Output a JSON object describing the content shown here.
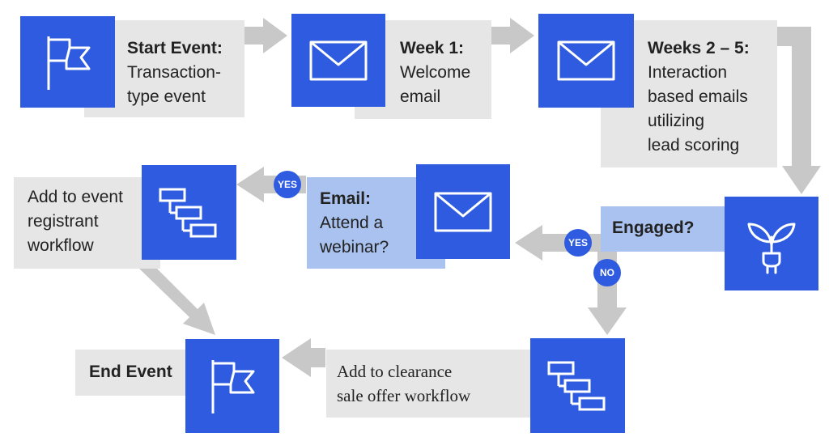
{
  "nodes": {
    "start": {
      "title": "Start Event:",
      "lines": [
        "Transaction-",
        "type event"
      ],
      "icon": "flag-icon"
    },
    "week1": {
      "title": "Week 1:",
      "lines": [
        "Welcome",
        "email"
      ],
      "icon": "envelope-icon"
    },
    "weeks2to5": {
      "title": "Weeks 2 – 5:",
      "lines": [
        "Interaction",
        "based emails",
        "utilizing",
        "lead scoring"
      ],
      "icon": "envelope-icon"
    },
    "engaged": {
      "title": "Engaged?",
      "icon": "plant-plug-icon"
    },
    "webinar": {
      "title": "Email:",
      "lines": [
        "Attend a",
        "webinar?"
      ],
      "icon": "envelope-icon"
    },
    "registrant": {
      "lines": [
        "Add to event",
        "registrant",
        "workflow"
      ],
      "icon": "workflow-icon"
    },
    "clearance": {
      "lines": [
        "Add to clearance",
        "sale offer workflow"
      ],
      "icon": "workflow-icon"
    },
    "end": {
      "title": "End Event",
      "icon": "flag-icon"
    }
  },
  "badges": {
    "yes1": "YES",
    "yes2": "YES",
    "no": "NO"
  },
  "colors": {
    "tile": "#2e5be0",
    "card": "#e6e6e6",
    "highlight": "#a9c2ef",
    "arrow": "#c8c8c8"
  }
}
